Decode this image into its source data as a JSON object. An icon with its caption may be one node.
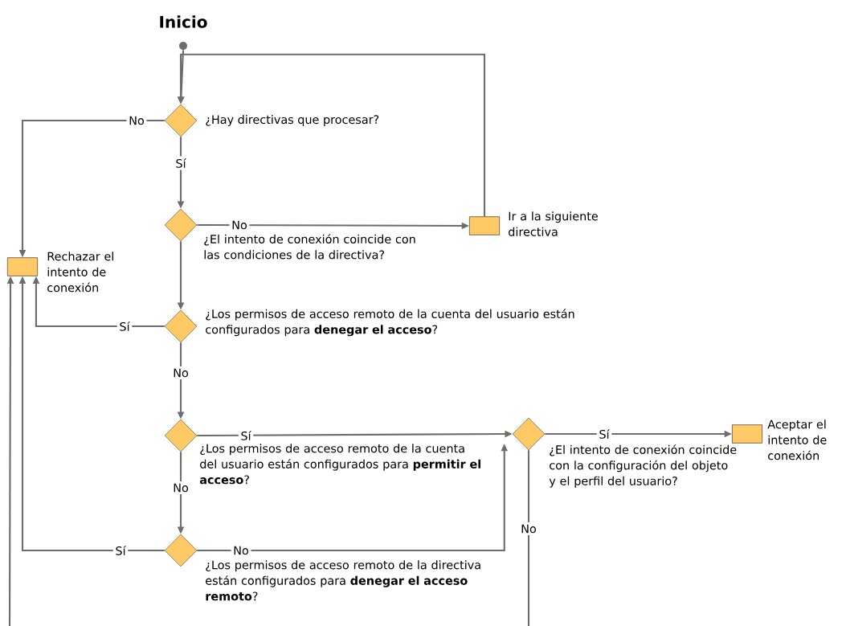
{
  "diagram": {
    "nodes": [
      {
        "text": [],
        "shape": "circle",
        "beside": [
          "Inicio"
        ]
      },
      {
        "text": [
          "¿Hay directivas que procesar?"
        ]
      },
      {
        "text": [
          "¿El intento de conexión coincide con las condiciones de la directiva?"
        ]
      },
      {
        "text": [
          "Ir a la siguiente directiva"
        ]
      },
      {
        "text": [
          "Rechazar el intento de conexión"
        ]
      },
      {
        "text": [
          "¿Los permisos de acceso remoto de la cuenta del usuario están configurados para **denegar el acceso**?"
        ]
      },
      {
        "text": [
          "¿Los permisos de acceso remoto de la cuenta del usuario están configurados para **permitir el acceso**?"
        ]
      },
      {
        "text": [
          "¿Los permisos de acceso remoto de la directiva están configurados para **denegar el acceso remoto**?"
        ]
      },
      {
        "text": [
          "¿El intento de conexión coincide con la configuración del objeto y el perfil del usuario?"
        ]
      },
      {
        "text": [
          "Aceptar el intento de conexión"
        ]
      }
    ],
    "edges": [
      {
        "from": 0,
        "to": 1,
        "arrow": "to"
      },
      {
        "from": 1,
        "to": 4,
        "arrow": "to",
        "label": "No"
      },
      {
        "from": 1,
        "to": 2,
        "arrow": "to",
        "label": "Sí"
      },
      {
        "from": 2,
        "to": 3,
        "arrow": "to",
        "label": "No"
      },
      {
        "from": 3,
        "to": 1,
        "arrow": "to"
      },
      {
        "from": 2,
        "to": 5,
        "arrow": "to"
      },
      {
        "from": 5,
        "to": 4,
        "arrow": "to",
        "label": "Sí"
      },
      {
        "from": 5,
        "to": 6,
        "arrow": "to",
        "label": "No"
      },
      {
        "from": 6,
        "to": 8,
        "arrow": "to",
        "label": "Sí"
      },
      {
        "from": 6,
        "to": 7,
        "arrow": "to",
        "label": "No"
      },
      {
        "from": 7,
        "to": 4,
        "arrow": "to",
        "label": "Sí"
      },
      {
        "from": 7,
        "to": 8,
        "arrow": "to",
        "label": "No"
      },
      {
        "from": 8,
        "to": 9,
        "arrow": "to",
        "label": "Sí"
      },
      {
        "from": 8,
        "to": null,
        "arrow": "none",
        "label": "No"
      },
      {
        "from": null,
        "to": 4,
        "arrow": "to"
      }
    ]
  }
}
